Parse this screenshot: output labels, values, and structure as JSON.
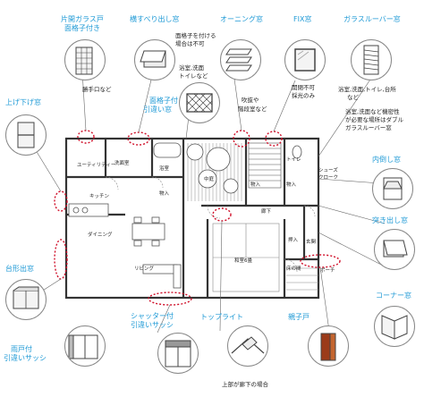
{
  "window_types": {
    "single_slide_grid": "片開ガラス戸",
    "single_slide_grid_sub": "面格子付き",
    "horizontal_slide": "横すべり出し窓",
    "awning": "オーニング窓",
    "fix": "FIX窓",
    "glass_louver": "ガラスルーバー窓",
    "up_down": "上げ下げ窓",
    "grid_sliding": "面格子付",
    "grid_sliding_sub": "引違い窓",
    "inward_tilt": "内倒し窓",
    "outward_projecting": "突き出し窓",
    "bay": "台形出窓",
    "corner": "コーナー窓",
    "rain_shutter": "雨戸付",
    "rain_shutter_sub": "引違いサッシ",
    "shutter_sliding": "シャッター付",
    "shutter_sliding_sub": "引違いサッシ",
    "skylight": "トップライト",
    "double_door": "親子戸"
  },
  "notes": {
    "service_door": "勝手口など",
    "grid_requirement_1": "面格子を付ける",
    "grid_requirement_2": "場合は不可",
    "bath_wash_1": "浴室,洗面",
    "bath_wash_2": "トイレなど",
    "openable_1": "開閉不可",
    "openable_2": "採光のみ",
    "atrium_1": "吹抜や",
    "atrium_2": "階段室など",
    "louver_1": "浴室,洗面,トイレ,台所",
    "louver_2": "など",
    "security_1": "浴室,洗面など機密性",
    "security_2": "が必要な場所はダブル",
    "security_3": "ガラスルーバー窓",
    "skylight_note": "上部が廊下の場合"
  },
  "rooms": {
    "utility": "ユーティリティー",
    "washroom": "洗面室",
    "bathroom": "浴室",
    "toilet": "トイレ",
    "shoes_closet_1": "シューズ",
    "shoes_closet_2": "クローク",
    "kitchen": "キッチン",
    "closet": "物入",
    "inner_garden": "中庭",
    "hall": "廊下",
    "dining": "ダイニング",
    "living": "リビング",
    "japanese_room": "和室6畳",
    "push_in": "押入",
    "floor_space": "床の間",
    "entrance": "玄関",
    "porch": "ポーチ",
    "storage_a": "物入",
    "storage_b": "物入"
  },
  "colors": {
    "title": "#1f9ad6",
    "callout": "#d0102a",
    "line": "#333333",
    "leader": "#666666"
  },
  "icons": [
    "single-slide-window-icon",
    "horizontal-slide-window-icon",
    "awning-window-icon",
    "fix-window-icon",
    "glass-louver-window-icon",
    "up-down-window-icon",
    "grid-sliding-window-icon",
    "inward-tilt-window-icon",
    "outward-projecting-window-icon",
    "bay-window-icon",
    "corner-window-icon",
    "rain-shutter-window-icon",
    "shutter-sliding-window-icon",
    "skylight-icon",
    "double-door-icon"
  ]
}
